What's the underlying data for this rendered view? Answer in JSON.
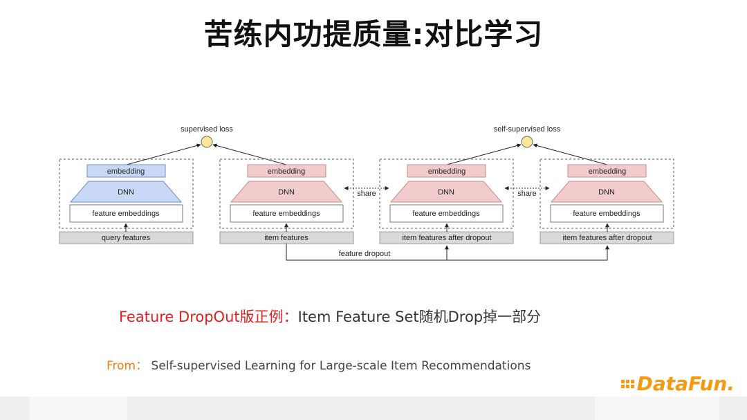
{
  "slide": {
    "title": "苦练内功提质量:对比学习"
  },
  "diagram": {
    "supervised_loss": "supervised loss",
    "self_supervised_loss": "self-supervised loss",
    "embedding": "embedding",
    "dnn": "DNN",
    "feature_embeddings": "feature embeddings",
    "share": "share",
    "feature_dropout": "feature dropout",
    "inputs": [
      "query features",
      "item features",
      "item features after dropout",
      "item features after dropout"
    ]
  },
  "caption": {
    "highlight": "Feature DropOut版正例：",
    "text": "Item Feature Set随机Drop掉一部分"
  },
  "source": {
    "label": "From：",
    "text": "Self-supervised Learning for Large-scale Item Recommendations"
  },
  "logo": {
    "text": "DataFun."
  },
  "colors": {
    "blue_fill": "#c9d9f5",
    "blue_stroke": "#6d8ad1",
    "pink_fill": "#f2cccc",
    "pink_stroke": "#c98a8a",
    "loss_node": "#fbe79a",
    "input_bar": "#d9d9d9",
    "accent_red": "#e02020",
    "accent_orange": "#f07a12"
  }
}
